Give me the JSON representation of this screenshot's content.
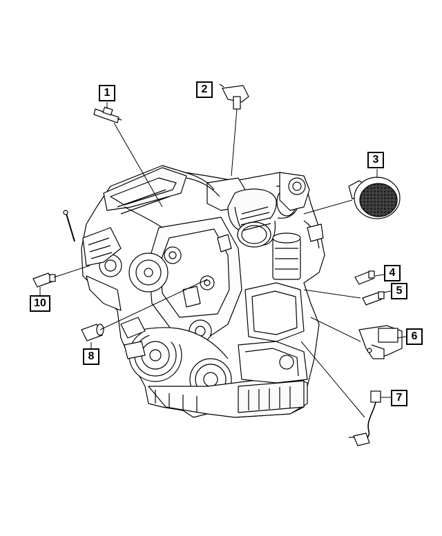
{
  "callouts": [
    {
      "id": 1,
      "label": "1"
    },
    {
      "id": 2,
      "label": "2"
    },
    {
      "id": 3,
      "label": "3"
    },
    {
      "id": 4,
      "label": "4"
    },
    {
      "id": 5,
      "label": "5"
    },
    {
      "id": 6,
      "label": "6"
    },
    {
      "id": 7,
      "label": "7"
    },
    {
      "id": 8,
      "label": "8"
    },
    {
      "id": 10,
      "label": "10"
    }
  ],
  "colors": {
    "line": "#000000",
    "background": "#ffffff"
  }
}
